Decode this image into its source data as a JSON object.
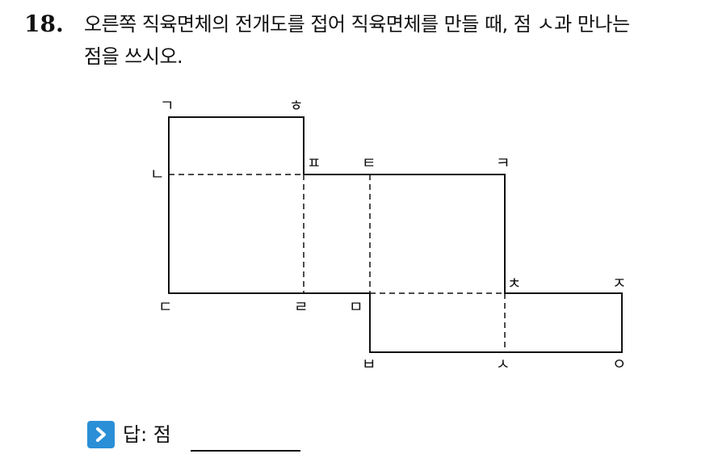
{
  "question": {
    "number": "18.",
    "line1": "오른쪽 직육면체의 전개도를 접어 직육면체를 만들 때, 점 ㅅ과 만나는",
    "line2": "점을 쓰시오."
  },
  "figure": {
    "labels": {
      "g": "ㄱ",
      "h": "ㅎ",
      "n": "ㄴ",
      "p": "ㅍ",
      "t": "ㅌ",
      "k": "ㅋ",
      "d": "ㄷ",
      "r": "ㄹ",
      "m": "ㅁ",
      "ch": "ㅊ",
      "j": "ㅈ",
      "b": "ㅂ",
      "s": "ㅅ",
      "o": "ㅇ"
    }
  },
  "answer": {
    "label": "답: 점",
    "icon": "chevron-right-icon",
    "icon_color": "#2a8fd6"
  }
}
